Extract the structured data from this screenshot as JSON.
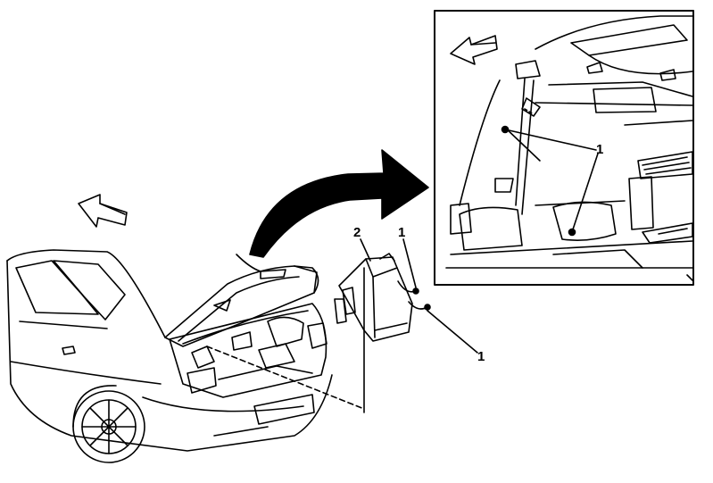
{
  "callouts": {
    "main_item_2": "2",
    "main_item_1_upper": "1",
    "main_item_1_lower": "1",
    "inset_item_1": "1"
  },
  "colors": {
    "line": "#000000",
    "background": "#ffffff",
    "arrow_fill": "#000000"
  },
  "icons": {
    "direction_main": "forward-arrow-icon",
    "direction_inset": "forward-arrow-icon",
    "transfer_arrow": "curved-arrow-icon"
  }
}
